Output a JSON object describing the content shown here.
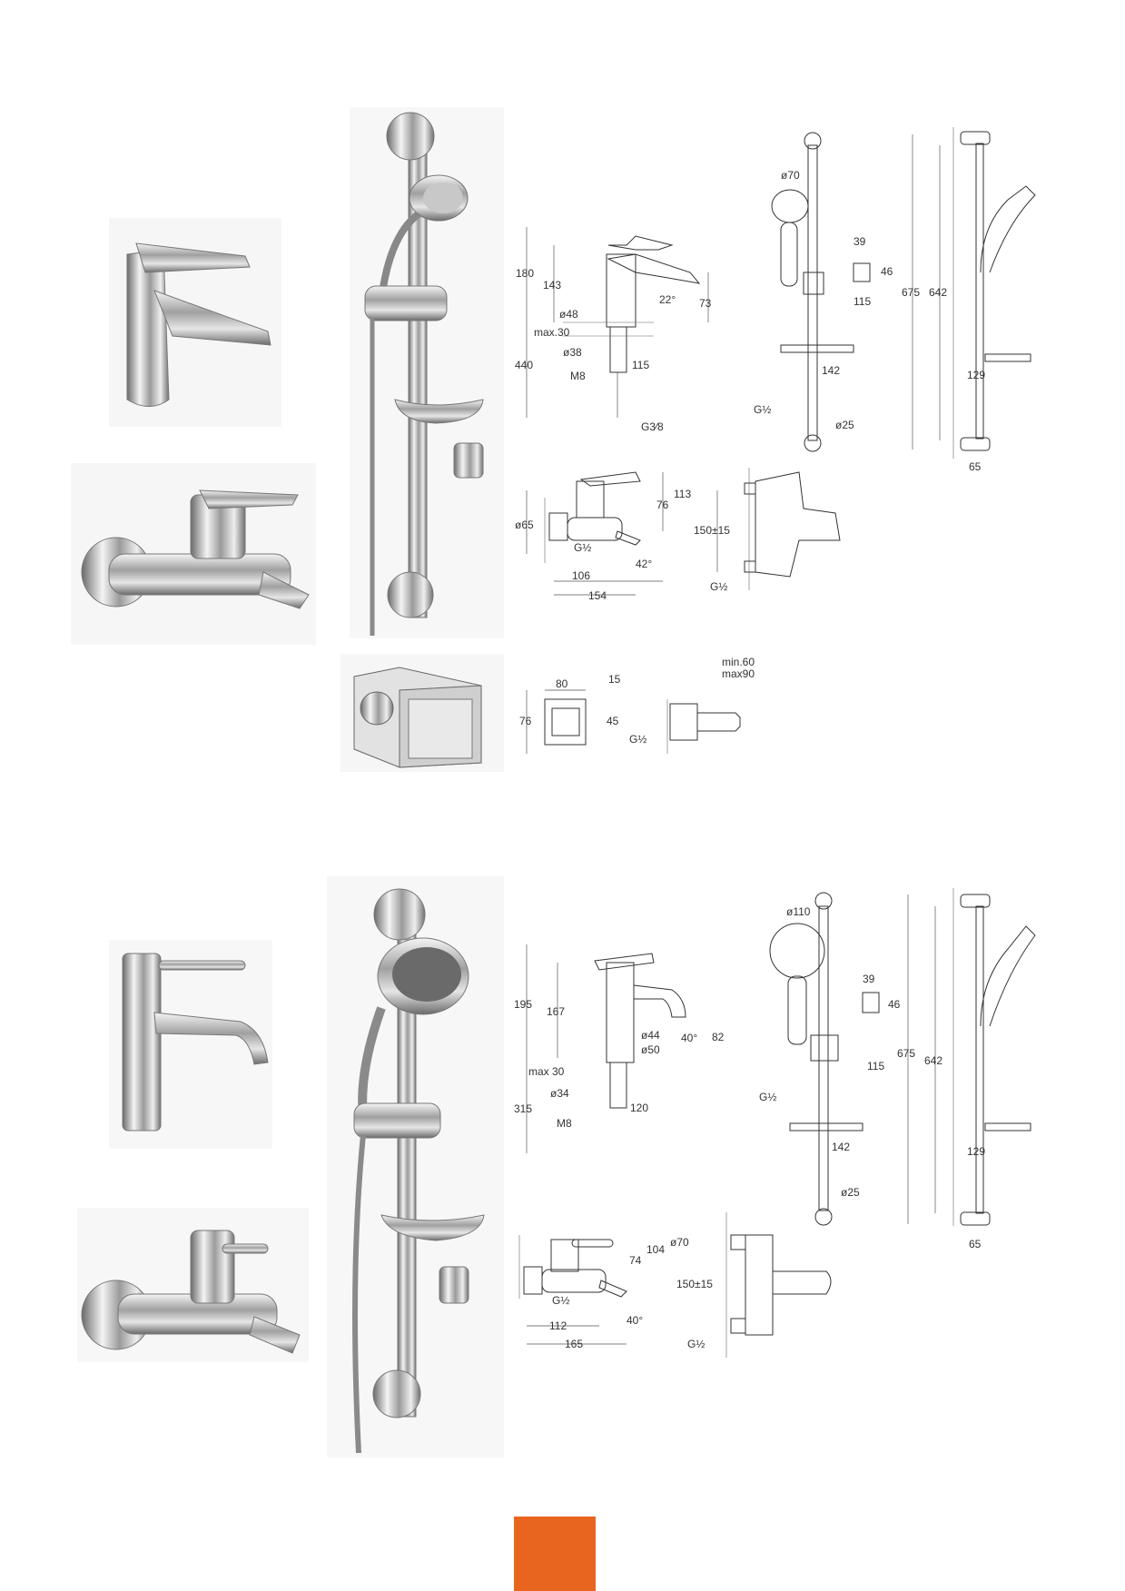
{
  "colors": {
    "page_tab": "#e8651f",
    "chrome_dark": "#5a5a5a",
    "chrome_light": "#e8e8e8"
  },
  "set1": {
    "basin_mixer": {
      "heights": [
        "180",
        "143"
      ],
      "spout_reach": "73",
      "angle": "22°",
      "body_diameter": "ø48",
      "deck_thickness": "max.30",
      "hole": "ø38",
      "below_deck": "440",
      "thread": "M8",
      "supply": "G3⁄8",
      "tail_offset": "115"
    },
    "bath_mixer": {
      "rosette": "ø65",
      "h1": "76",
      "h2": "113",
      "inlet": "G½",
      "angle": "42°",
      "width_a": "106",
      "width_b": "154",
      "centres": "150±15",
      "inlet_side": "G½"
    },
    "shower_set": {
      "handshower": "ø70",
      "holder_w": "39",
      "holder_h": "46",
      "slider": "115",
      "soap_dish": "142",
      "inlet": "G½",
      "bar": "ø25",
      "total_h": "675",
      "rail_h": "642",
      "dish_proj": "129",
      "wall_offset": "65"
    },
    "concealed_box": {
      "width": "80",
      "offset": "15",
      "height": "76",
      "inner": "45",
      "inlet": "G½",
      "min_depth": "min.60",
      "max_depth": "max90"
    }
  },
  "set2": {
    "basin_mixer": {
      "heights": [
        "195",
        "167"
      ],
      "spout_reach": "82",
      "angle": "40°",
      "d1": "ø44",
      "d2": "ø50",
      "deck_thickness": "max 30",
      "hole": "ø34",
      "below_deck": "315",
      "thread": "M8",
      "tail_offset": "120"
    },
    "bath_mixer": {
      "h1": "74",
      "h2": "104",
      "inlet": "G½",
      "angle": "40°",
      "width_a": "112",
      "width_b": "165",
      "rosette": "ø70",
      "centres": "150±15",
      "inlet_side": "G½"
    },
    "shower_set": {
      "handshower": "ø110",
      "holder_w": "39",
      "holder_h": "46",
      "slider": "115",
      "inlet": "G½",
      "soap_dish": "142",
      "bar": "ø25",
      "total_h": "675",
      "rail_h": "642",
      "dish_proj": "129",
      "wall_offset": "65"
    }
  }
}
